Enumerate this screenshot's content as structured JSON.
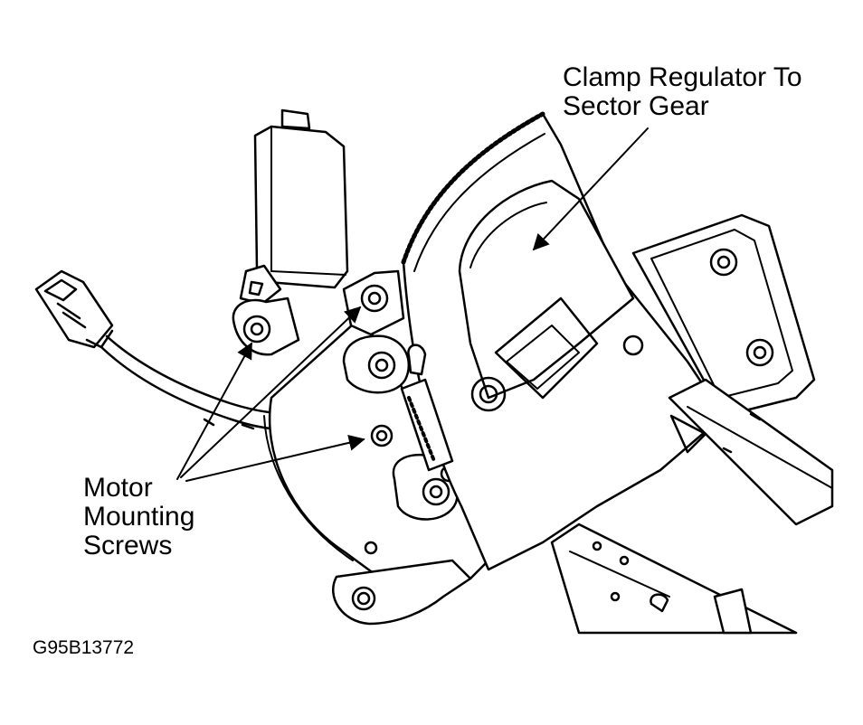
{
  "callouts": {
    "clamp_regulator": [
      "Clamp Regulator To",
      "Sector Gear"
    ],
    "motor_screws": [
      "Motor",
      "Mounting",
      "Screws"
    ]
  },
  "figure_id": "G95B13772",
  "colors": {
    "line": "#000000",
    "background": "#ffffff"
  }
}
